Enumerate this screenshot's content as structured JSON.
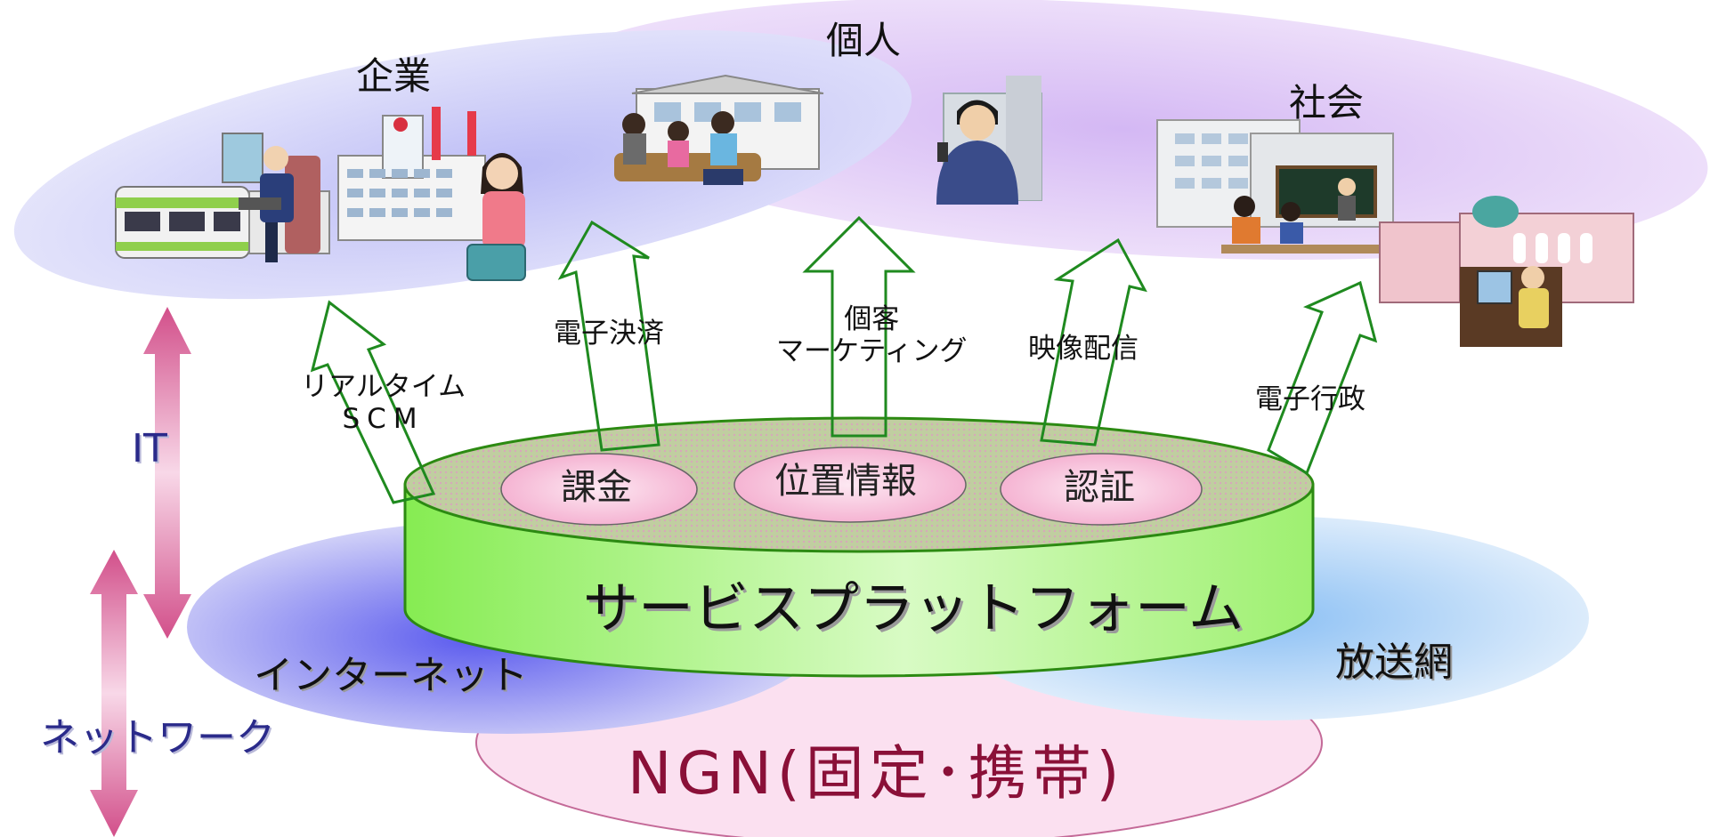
{
  "top_groups": {
    "enterprise": "企業",
    "individual": "個人",
    "society": "社会"
  },
  "services": {
    "realtime_scm": [
      "リアルタイム",
      "SCM"
    ],
    "e_payment": "電子決済",
    "personal_marketing": [
      "個客",
      "マーケティング"
    ],
    "video_distribution": "映像配信",
    "e_government": "電子行政"
  },
  "platform": {
    "label": "サービスプラットフォーム",
    "functions": {
      "billing": "課金",
      "location": "位置情報",
      "authentication": "認証"
    }
  },
  "networks": {
    "internet": "インターネット",
    "broadcast": "放送網",
    "ngn": "NGN(固定･携帯)"
  },
  "layers": {
    "it": "IT",
    "network": "ネットワーク"
  },
  "colors": {
    "cylinder_green": "#a8f070",
    "cylinder_outline": "#2c8a12",
    "oval_pink": "#f6b8d4",
    "arrow_green": "#1f8a1f",
    "ngn_text": "#8a1038",
    "layer_arrow": "#d24f8a"
  }
}
